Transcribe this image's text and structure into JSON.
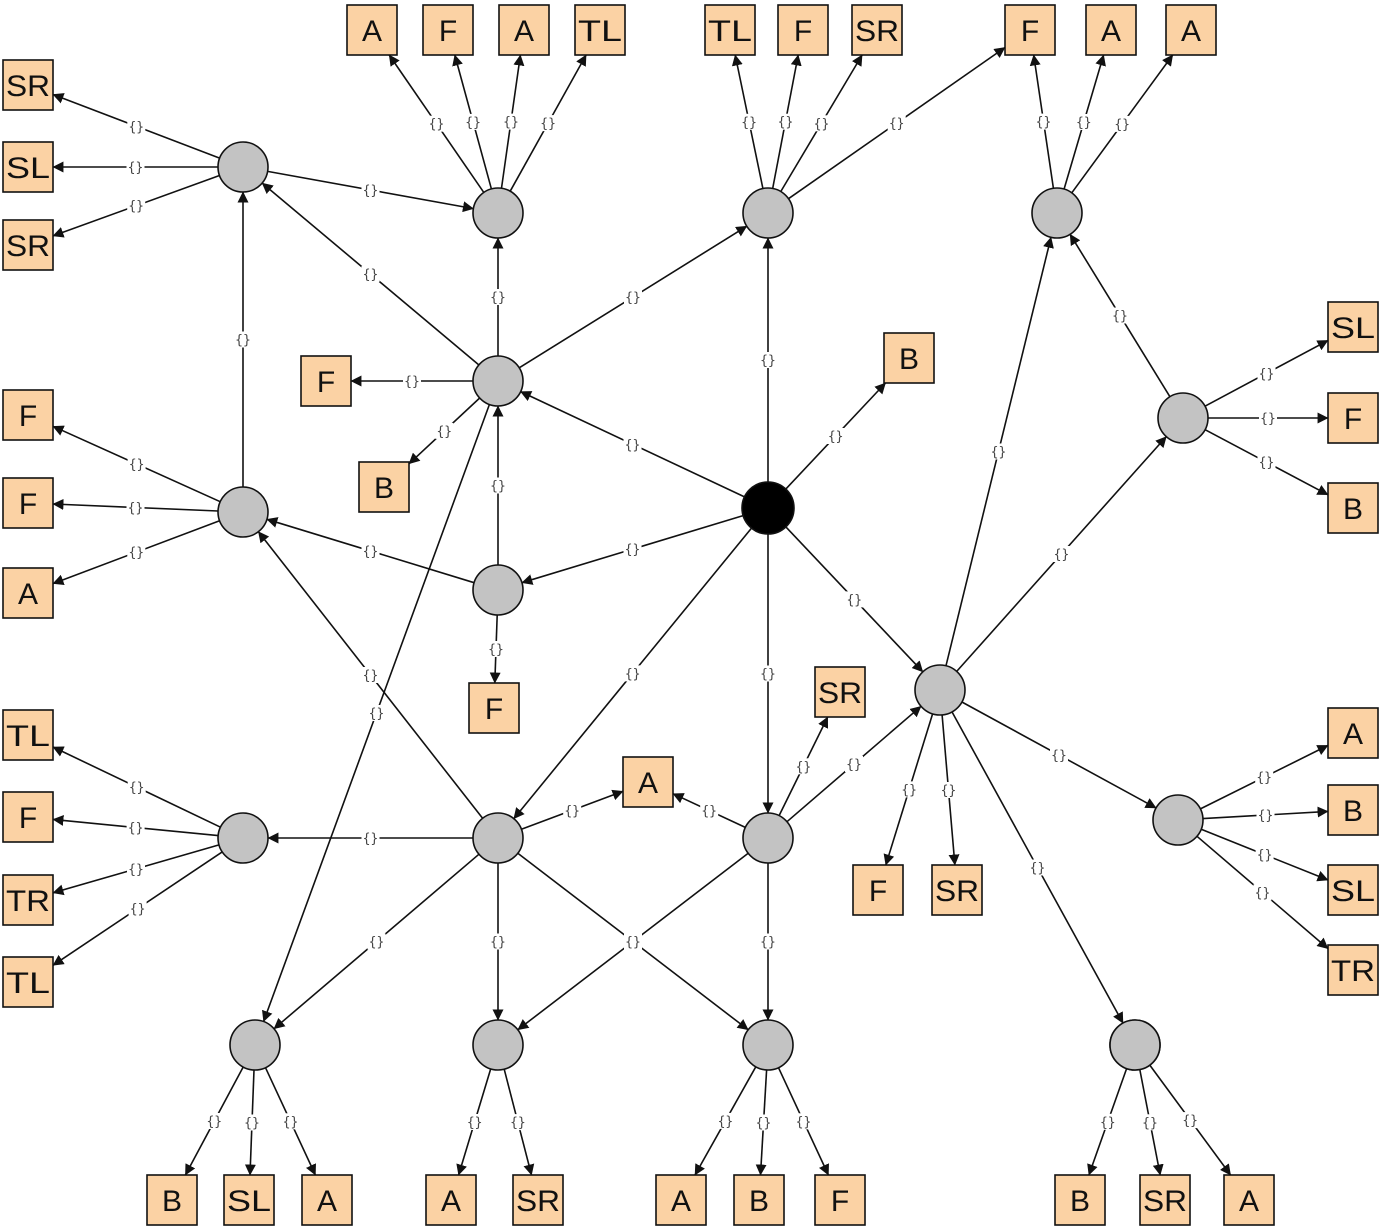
{
  "colors": {
    "root_node": "#000000",
    "node": "#c3c3c3",
    "leaf_fill": "#fbd2a4",
    "edge": "#111111"
  },
  "edge_label": "{}",
  "nodes": [
    {
      "id": "root",
      "kind": "root"
    },
    {
      "id": "n1",
      "kind": "node"
    },
    {
      "id": "n2",
      "kind": "node"
    },
    {
      "id": "n3",
      "kind": "node"
    },
    {
      "id": "n4",
      "kind": "node"
    },
    {
      "id": "n5",
      "kind": "node"
    },
    {
      "id": "n6",
      "kind": "node"
    },
    {
      "id": "n7",
      "kind": "node"
    },
    {
      "id": "n8",
      "kind": "node"
    },
    {
      "id": "n9",
      "kind": "node"
    },
    {
      "id": "n10",
      "kind": "node"
    },
    {
      "id": "n11",
      "kind": "node"
    },
    {
      "id": "n12",
      "kind": "node"
    },
    {
      "id": "n13",
      "kind": "node"
    },
    {
      "id": "n14",
      "kind": "node"
    },
    {
      "id": "n15",
      "kind": "node"
    },
    {
      "id": "n16",
      "kind": "node"
    },
    {
      "id": "n17",
      "kind": "node"
    },
    {
      "id": "n18",
      "kind": "node"
    },
    {
      "id": "l1",
      "kind": "leaf",
      "label": "A"
    },
    {
      "id": "l2",
      "kind": "leaf",
      "label": "F"
    },
    {
      "id": "l3",
      "kind": "leaf",
      "label": "A"
    },
    {
      "id": "l4",
      "kind": "leaf",
      "label": "TL"
    },
    {
      "id": "l5",
      "kind": "leaf",
      "label": "TL"
    },
    {
      "id": "l6",
      "kind": "leaf",
      "label": "F"
    },
    {
      "id": "l7",
      "kind": "leaf",
      "label": "SR"
    },
    {
      "id": "l8",
      "kind": "leaf",
      "label": "F"
    },
    {
      "id": "l9",
      "kind": "leaf",
      "label": "A"
    },
    {
      "id": "l10",
      "kind": "leaf",
      "label": "A"
    },
    {
      "id": "l11",
      "kind": "leaf",
      "label": "SR"
    },
    {
      "id": "l12",
      "kind": "leaf",
      "label": "SL"
    },
    {
      "id": "l13",
      "kind": "leaf",
      "label": "SR"
    },
    {
      "id": "l14",
      "kind": "leaf",
      "label": "F"
    },
    {
      "id": "l15",
      "kind": "leaf",
      "label": "F"
    },
    {
      "id": "l16",
      "kind": "leaf",
      "label": "A"
    },
    {
      "id": "l17",
      "kind": "leaf",
      "label": "F"
    },
    {
      "id": "l18",
      "kind": "leaf",
      "label": "B"
    },
    {
      "id": "l19",
      "kind": "leaf",
      "label": "F"
    },
    {
      "id": "l20",
      "kind": "leaf",
      "label": "B"
    },
    {
      "id": "l21",
      "kind": "leaf",
      "label": "SL"
    },
    {
      "id": "l22",
      "kind": "leaf",
      "label": "F"
    },
    {
      "id": "l23",
      "kind": "leaf",
      "label": "B"
    },
    {
      "id": "l24",
      "kind": "leaf",
      "label": "TL"
    },
    {
      "id": "l25",
      "kind": "leaf",
      "label": "F"
    },
    {
      "id": "l26",
      "kind": "leaf",
      "label": "TR"
    },
    {
      "id": "l27",
      "kind": "leaf",
      "label": "TL"
    },
    {
      "id": "l28",
      "kind": "leaf",
      "label": "SR"
    },
    {
      "id": "l29",
      "kind": "leaf",
      "label": "A"
    },
    {
      "id": "l30",
      "kind": "leaf",
      "label": "F"
    },
    {
      "id": "l31",
      "kind": "leaf",
      "label": "SR"
    },
    {
      "id": "l32",
      "kind": "leaf",
      "label": "A"
    },
    {
      "id": "l33",
      "kind": "leaf",
      "label": "B"
    },
    {
      "id": "l34",
      "kind": "leaf",
      "label": "SL"
    },
    {
      "id": "l35",
      "kind": "leaf",
      "label": "TR"
    },
    {
      "id": "l36",
      "kind": "leaf",
      "label": "B"
    },
    {
      "id": "l37",
      "kind": "leaf",
      "label": "SL"
    },
    {
      "id": "l38",
      "kind": "leaf",
      "label": "A"
    },
    {
      "id": "l39",
      "kind": "leaf",
      "label": "A"
    },
    {
      "id": "l40",
      "kind": "leaf",
      "label": "SR"
    },
    {
      "id": "l41",
      "kind": "leaf",
      "label": "A"
    },
    {
      "id": "l42",
      "kind": "leaf",
      "label": "B"
    },
    {
      "id": "l43",
      "kind": "leaf",
      "label": "F"
    },
    {
      "id": "l44",
      "kind": "leaf",
      "label": "B"
    },
    {
      "id": "l45",
      "kind": "leaf",
      "label": "SR"
    },
    {
      "id": "l46",
      "kind": "leaf",
      "label": "A"
    }
  ],
  "edges": [
    [
      "root",
      "n1"
    ],
    [
      "root",
      "n5"
    ],
    [
      "root",
      "l18"
    ],
    [
      "root",
      "n7"
    ],
    [
      "root",
      "n8"
    ],
    [
      "root",
      "n11"
    ],
    [
      "root",
      "n12"
    ],
    [
      "n1",
      "n2"
    ],
    [
      "n1",
      "n3"
    ],
    [
      "n1",
      "n4"
    ],
    [
      "n1",
      "l17"
    ],
    [
      "n1",
      "l18"
    ],
    [
      "n1",
      "n13"
    ],
    [
      "n2",
      "l11"
    ],
    [
      "n2",
      "l12"
    ],
    [
      "n2",
      "l13"
    ],
    [
      "n2",
      "n3"
    ],
    [
      "n3",
      "l1"
    ],
    [
      "n3",
      "l2"
    ],
    [
      "n3",
      "l3"
    ],
    [
      "n3",
      "l4"
    ],
    [
      "n4",
      "l5"
    ],
    [
      "n4",
      "l6"
    ],
    [
      "n4",
      "l7"
    ],
    [
      "n4",
      "l8"
    ],
    [
      "n5",
      "l9"
    ],
    [
      "n5",
      "l10"
    ],
    [
      "n6",
      "n5"
    ],
    [
      "n6",
      "l21"
    ],
    [
      "n6",
      "l22"
    ],
    [
      "n6",
      "l23"
    ],
    [
      "n7",
      "n1"
    ],
    [
      "n7",
      "n8"
    ],
    [
      "n7",
      "l19"
    ],
    [
      "n8",
      "n2"
    ],
    [
      "n8",
      "l14"
    ],
    [
      "n8",
      "l15"
    ],
    [
      "n8",
      "l16"
    ],
    [
      "n9",
      "n11"
    ],
    [
      "n9",
      "n8"
    ],
    [
      "n9",
      "n10"
    ],
    [
      "n9",
      "n13"
    ],
    [
      "n9",
      "n14"
    ],
    [
      "n9",
      "n15"
    ],
    [
      "n9",
      "l29"
    ],
    [
      "n10",
      "l24"
    ],
    [
      "n10",
      "l25"
    ],
    [
      "n10",
      "l26"
    ],
    [
      "n10",
      "l27"
    ],
    [
      "n11",
      "n5"
    ],
    [
      "n11",
      "n6"
    ],
    [
      "n11",
      "n12"
    ],
    [
      "n11",
      "l30"
    ],
    [
      "n11",
      "l31"
    ],
    [
      "n11",
      "n18"
    ],
    [
      "n12",
      "l28"
    ],
    [
      "n12",
      "l29"
    ],
    [
      "n12",
      "n14"
    ],
    [
      "n12",
      "n15"
    ],
    [
      "n13",
      "l33"
    ],
    [
      "n13",
      "l34"
    ],
    [
      "n13",
      "l35"
    ],
    [
      "n14",
      "l38"
    ],
    [
      "n14",
      "l39"
    ],
    [
      "n15",
      "l40"
    ],
    [
      "n15",
      "l41"
    ],
    [
      "n15",
      "l42"
    ],
    [
      "n16",
      "l32"
    ],
    [
      "n16",
      "l33"
    ],
    [
      "n16",
      "l34"
    ],
    [
      "n16",
      "l35"
    ],
    [
      "n17",
      "l44"
    ],
    [
      "n17",
      "l45"
    ],
    [
      "n17",
      "l46"
    ]
  ]
}
